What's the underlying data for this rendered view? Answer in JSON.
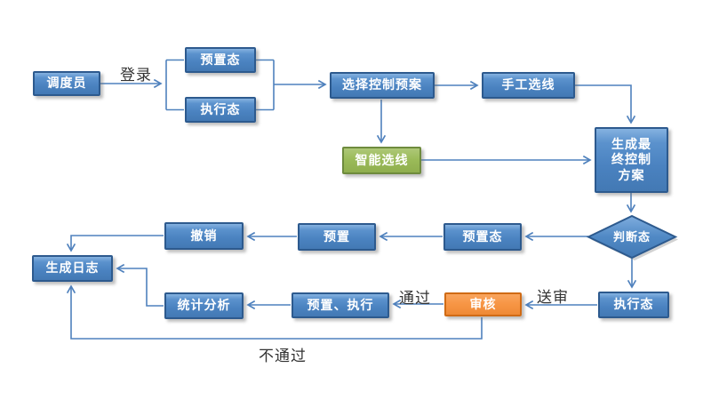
{
  "diagram": {
    "type": "flowchart",
    "background": "#ffffff",
    "colors": {
      "node_fill": "#4a82c0",
      "node_fill_highlight": "#85b2e0",
      "node_border": "#2d5a8e",
      "green_node_fill": "#9bbb59",
      "green_node_border": "#6e8b3d",
      "orange_node_fill": "#f79646",
      "orange_node_border": "#d06b15",
      "connector": "#4f81bd",
      "node_text": "#ffffff",
      "edge_label_text": "#333333"
    },
    "nodes": {
      "dispatcher": {
        "label": "调度员",
        "shape": "rect",
        "color": "blue"
      },
      "preset_state_top": {
        "label": "预置态",
        "shape": "rect",
        "color": "blue"
      },
      "exec_state_top": {
        "label": "执行态",
        "shape": "rect",
        "color": "blue"
      },
      "select_control_plan": {
        "label": "选择控制预案",
        "shape": "rect",
        "color": "blue"
      },
      "manual_line_selection": {
        "label": "手工选线",
        "shape": "rect",
        "color": "blue"
      },
      "smart_line_selection": {
        "label": "智能选线",
        "shape": "rect",
        "color": "green"
      },
      "final_control_scheme": {
        "label": "生成最\n终控制\n方案",
        "shape": "rect",
        "color": "blue"
      },
      "judge_state": {
        "label": "判断态",
        "shape": "diamond",
        "color": "blue"
      },
      "preset_state_mid": {
        "label": "预置态",
        "shape": "rect",
        "color": "blue"
      },
      "preset": {
        "label": "预置",
        "shape": "rect",
        "color": "blue"
      },
      "undo": {
        "label": "撤销",
        "shape": "rect",
        "color": "blue"
      },
      "generate_log": {
        "label": "生成日志",
        "shape": "rect",
        "color": "blue"
      },
      "exec_state_bottom": {
        "label": "执行态",
        "shape": "rect",
        "color": "blue"
      },
      "review": {
        "label": "审核",
        "shape": "rect",
        "color": "orange"
      },
      "preset_exec": {
        "label": "预置、执行",
        "shape": "rect",
        "color": "blue"
      },
      "stats_analysis": {
        "label": "统计分析",
        "shape": "rect",
        "color": "blue"
      }
    },
    "edge_labels": {
      "login": "登录",
      "send_review": "送审",
      "pass": "通过",
      "fail": "不通过"
    },
    "edges": [
      {
        "from": "dispatcher",
        "to": "preset_state_top / exec_state_top",
        "label": "登录"
      },
      {
        "from": "preset_state_top / exec_state_top",
        "to": "select_control_plan",
        "label": ""
      },
      {
        "from": "select_control_plan",
        "to": "manual_line_selection",
        "label": ""
      },
      {
        "from": "select_control_plan",
        "to": "smart_line_selection",
        "label": ""
      },
      {
        "from": "manual_line_selection",
        "to": "final_control_scheme",
        "label": ""
      },
      {
        "from": "smart_line_selection",
        "to": "final_control_scheme",
        "label": ""
      },
      {
        "from": "final_control_scheme",
        "to": "judge_state",
        "label": ""
      },
      {
        "from": "judge_state",
        "to": "preset_state_mid",
        "label": ""
      },
      {
        "from": "preset_state_mid",
        "to": "preset",
        "label": ""
      },
      {
        "from": "preset",
        "to": "undo",
        "label": ""
      },
      {
        "from": "undo",
        "to": "generate_log",
        "label": ""
      },
      {
        "from": "judge_state",
        "to": "exec_state_bottom",
        "label": ""
      },
      {
        "from": "exec_state_bottom",
        "to": "review",
        "label": "送审"
      },
      {
        "from": "review",
        "to": "preset_exec",
        "label": "通过"
      },
      {
        "from": "preset_exec",
        "to": "stats_analysis",
        "label": ""
      },
      {
        "from": "stats_analysis",
        "to": "generate_log",
        "label": ""
      },
      {
        "from": "review",
        "to": "generate_log",
        "label": "不通过"
      }
    ]
  }
}
